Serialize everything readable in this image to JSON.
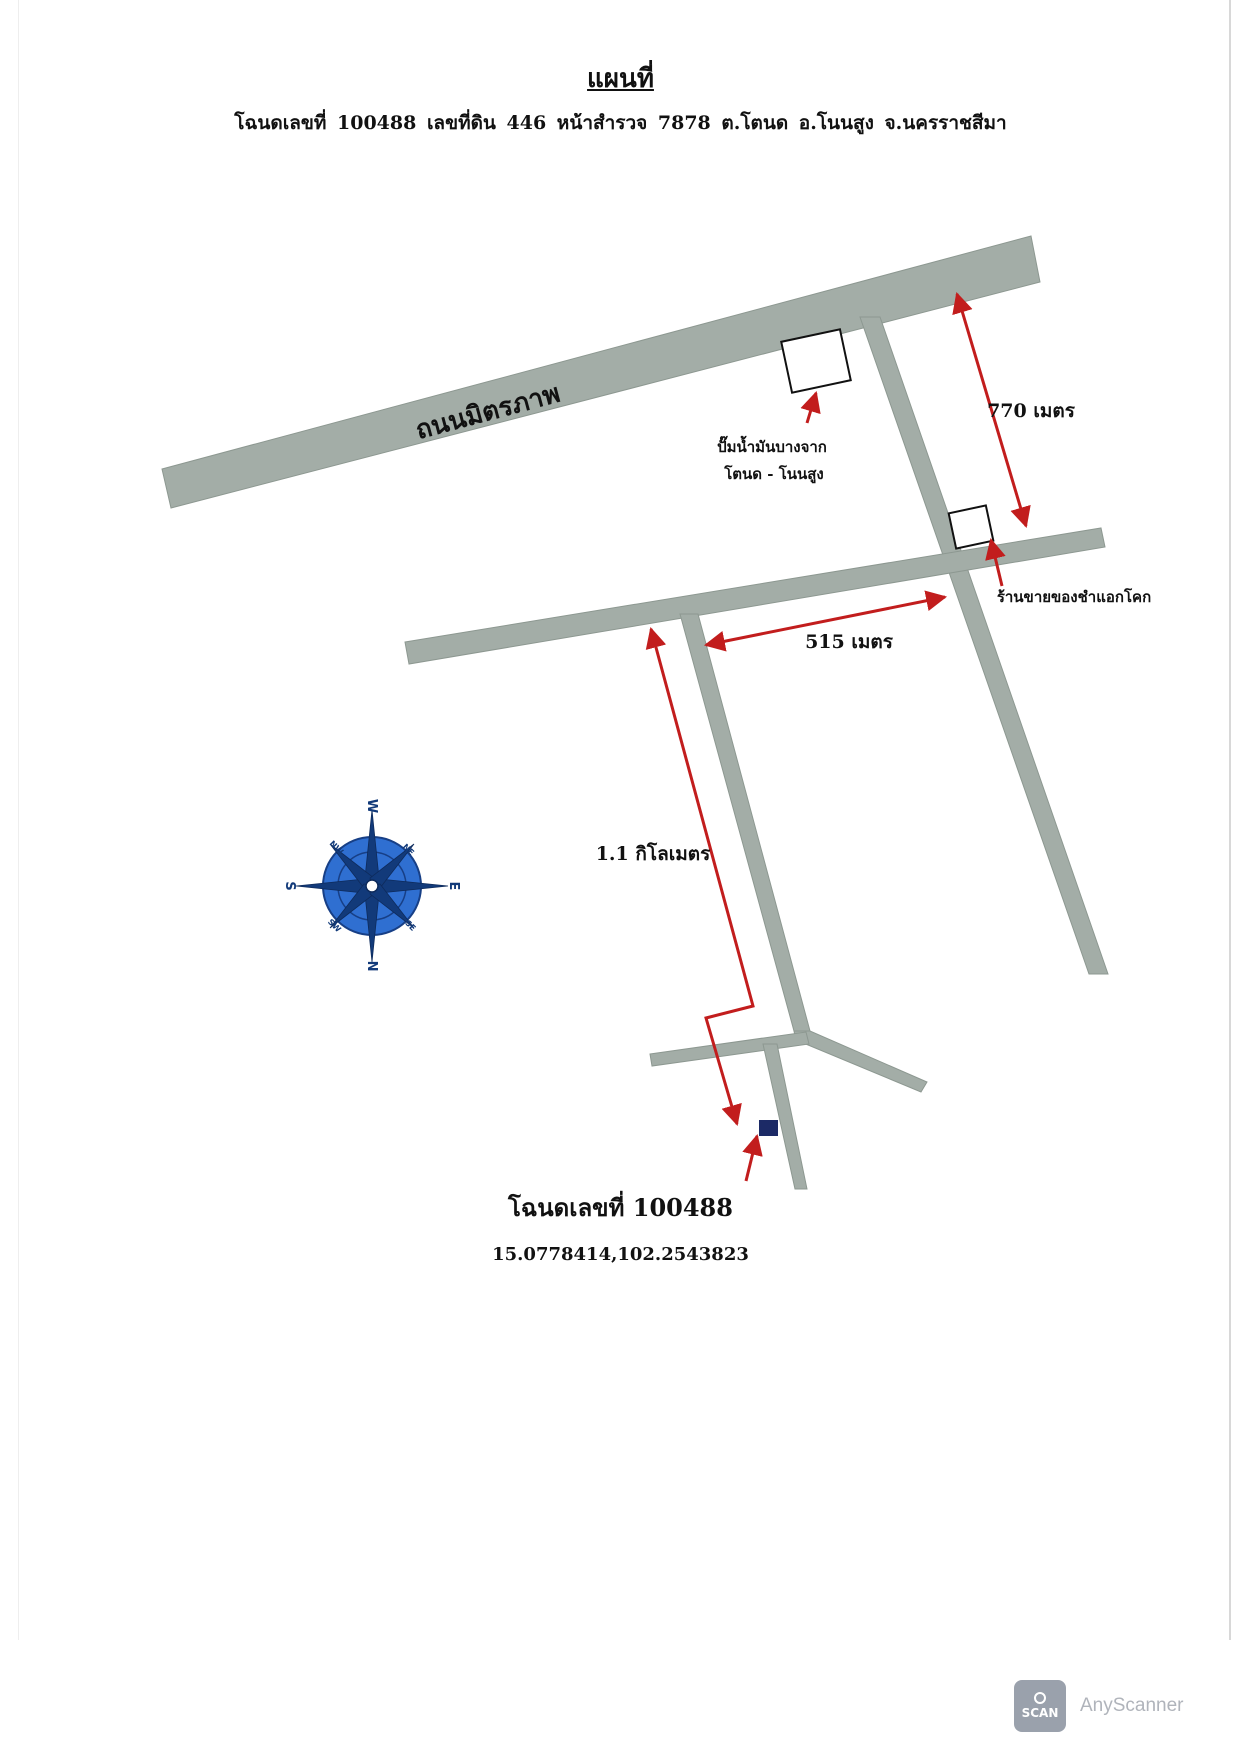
{
  "header": {
    "title": "แผนที่",
    "subtitle": "โฉนดเลขที่ 100488 เลขที่ดิน 446 หน้าสำรวจ 7878 ต.โตนด อ.โนนสูง จ.นครราชสีมา"
  },
  "map": {
    "road_name": "ถนนมิตรภาพ",
    "gas_station": {
      "line1": "ปั๊มน้ำมันบางจาก",
      "line2": "โตนด - โนนสูง"
    },
    "shop": "ร้านขายของชำแอกโคก",
    "distances": {
      "north": "770 เมตร",
      "east": "515 เมตร",
      "south": "1.1 กิโลเมตร"
    },
    "compass": {
      "letters": [
        "W",
        "E",
        "S",
        "N",
        "NW",
        "NE",
        "SW",
        "SE"
      ]
    },
    "colors": {
      "road": "#a3ada7",
      "road_edge": "#8d9891",
      "arrow": "#c21d1d",
      "compass": "#2f6fd1",
      "parcel": "#1c2a66"
    }
  },
  "plot": {
    "deed": "โฉนดเลขที่ 100488",
    "coordinates": "15.0778414,102.2543823"
  },
  "watermark": {
    "logo_text": "SCAN",
    "app_name": "AnyScanner"
  }
}
